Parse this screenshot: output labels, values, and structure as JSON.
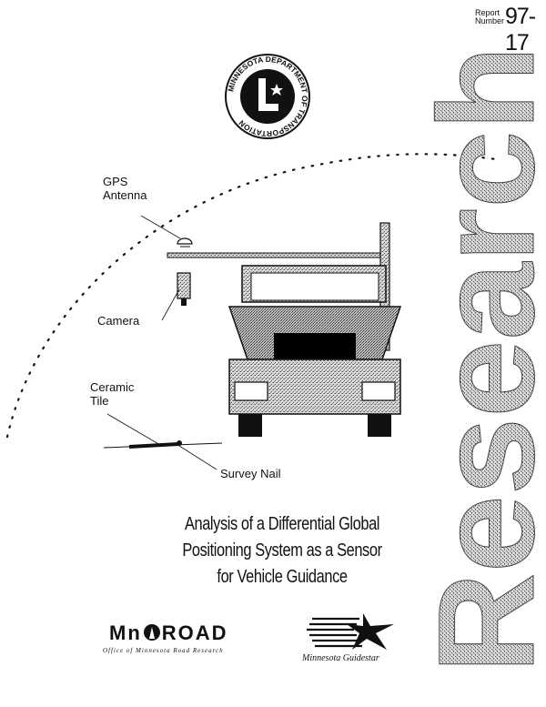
{
  "header": {
    "report_label_line1": "Report",
    "report_label_line2": "Number",
    "report_number": "97-17"
  },
  "seal": {
    "icon": "mndot-seal-icon",
    "ring_text": "MINNESOTA DEPARTMENT OF TRANSPORTATION"
  },
  "diagram": {
    "labels": {
      "gps_line1": "GPS",
      "gps_line2": "Antenna",
      "camera": "Camera",
      "ceramic_line1": "Ceramic",
      "ceramic_line2": "Tile",
      "survey_nail": "Survey Nail"
    }
  },
  "title": {
    "line1": "Analysis of a Differential Global",
    "line2": "Positioning System as a Sensor",
    "line3": "for Vehicle Guidance"
  },
  "side_banner": {
    "text": "Research"
  },
  "logos": {
    "mnroad_left": "Mn",
    "mnroad_right": "ROAD",
    "mnroad_subtitle": "Office of Minnesota Road Research",
    "guidestar_text": "Minnesota Guidestar"
  },
  "colors": {
    "ink": "#111111",
    "stipple": "#9a9a9a",
    "background": "#ffffff"
  }
}
